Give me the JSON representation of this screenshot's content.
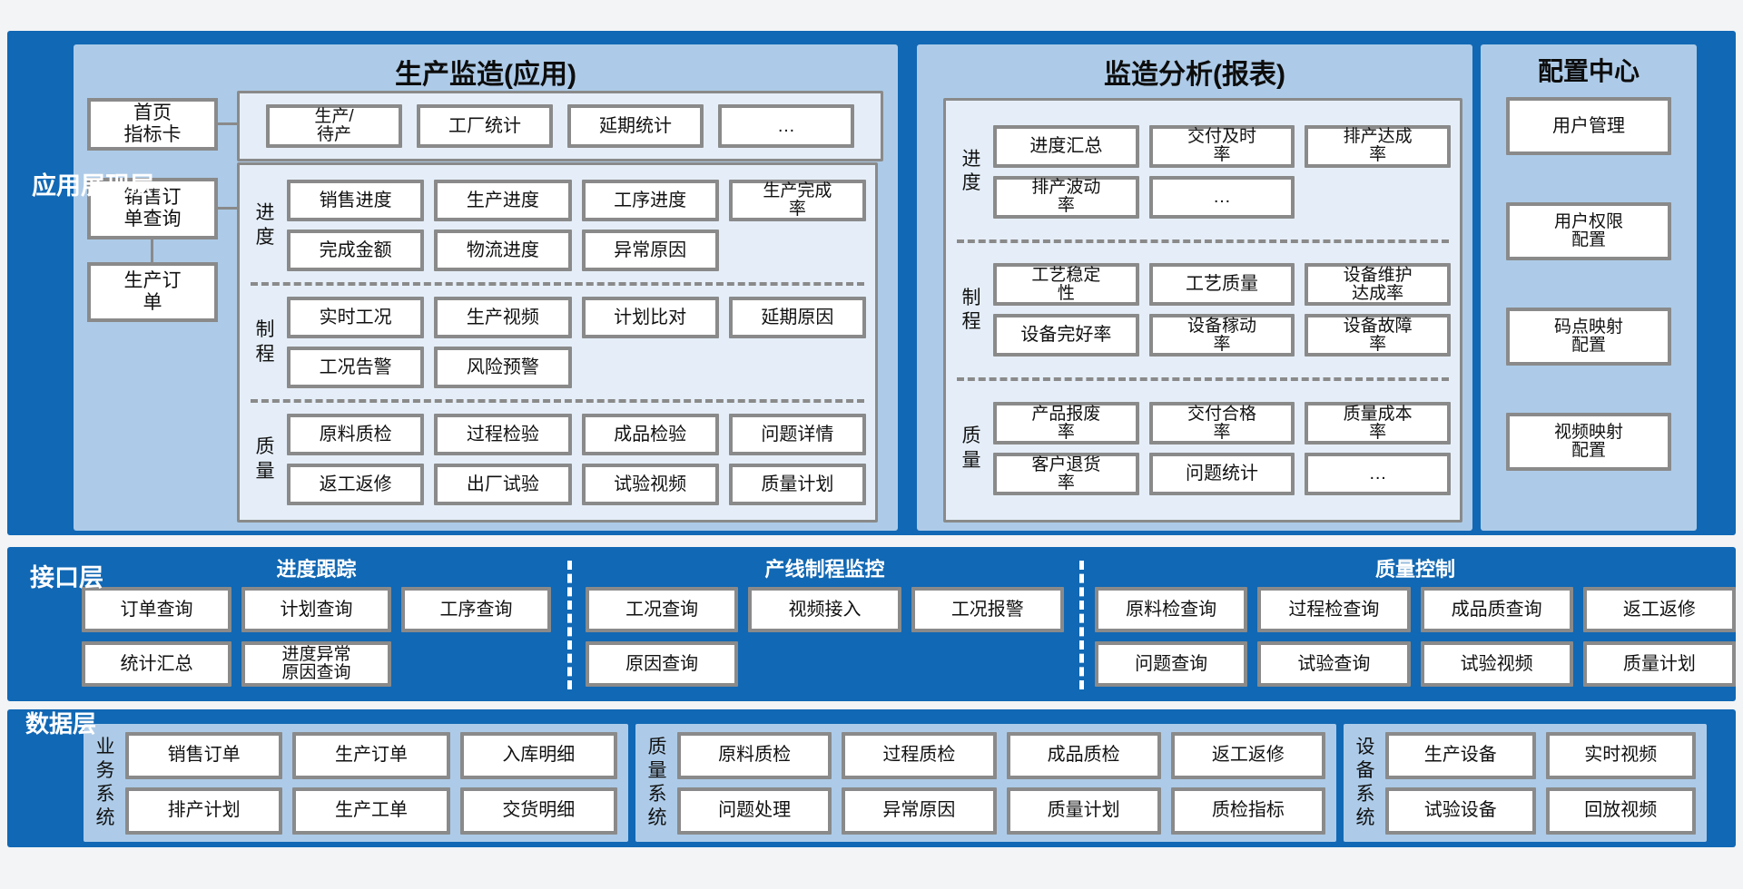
{
  "app_layer": {
    "label": "应用展现层",
    "production_panel": {
      "title": "生产监造(应用)",
      "nav_boxes": [
        "首页\n指标卡",
        "销售订\n单查询",
        "生产订\n单"
      ],
      "tab_rows": [
        [
          "生产/\n待产",
          "工厂统计",
          "延期统计",
          "…"
        ]
      ],
      "sections": [
        {
          "label": "进度",
          "rows": [
            [
              "销售进度",
              "生产进度",
              "工序进度",
              "生产完成\n率"
            ],
            [
              "完成金额",
              "物流进度",
              "异常原因"
            ]
          ]
        },
        {
          "label": "制程",
          "rows": [
            [
              "实时工况",
              "生产视频",
              "计划比对",
              "延期原因"
            ],
            [
              "工况告警",
              "风险预警"
            ]
          ]
        },
        {
          "label": "质量",
          "rows": [
            [
              "原料质检",
              "过程检验",
              "成品检验",
              "问题详情"
            ],
            [
              "返工返修",
              "出厂试验",
              "试验视频",
              "质量计划"
            ]
          ]
        }
      ]
    },
    "analysis_panel": {
      "title": "监造分析(报表)",
      "sections": [
        {
          "label": "进度",
          "rows": [
            [
              "进度汇总",
              "交付及时\n率",
              "排产达成\n率"
            ],
            [
              "排产波动\n率",
              "…"
            ]
          ]
        },
        {
          "label": "制程",
          "rows": [
            [
              "工艺稳定\n性",
              "工艺质量",
              "设备维护\n达成率"
            ],
            [
              "设备完好率",
              "设备稼动\n率",
              "设备故障\n率"
            ]
          ]
        },
        {
          "label": "质量",
          "rows": [
            [
              "产品报废\n率",
              "交付合格\n率",
              "质量成本\n率"
            ],
            [
              "客户退货\n率",
              "问题统计",
              "…"
            ]
          ]
        }
      ]
    },
    "config_panel": {
      "title": "配置中心",
      "item_rows": [
        [
          "用户管理"
        ],
        [
          "用户权限\n配置"
        ],
        [
          "码点映射\n配置"
        ],
        [
          "视频映射\n配置"
        ]
      ]
    }
  },
  "interface_layer": {
    "label": "接口层",
    "groups": [
      {
        "title": "进度跟踪",
        "rows": [
          [
            "订单查询",
            "计划查询",
            "工序查询"
          ],
          [
            "统计汇总",
            "进度异常\n原因查询"
          ]
        ]
      },
      {
        "title": "产线制程监控",
        "rows": [
          [
            "工况查询",
            "视频接入",
            "工况报警"
          ],
          [
            "原因查询"
          ]
        ]
      },
      {
        "title": "质量控制",
        "rows": [
          [
            "原料检查询",
            "过程检查询",
            "成品质查询",
            "返工返修"
          ],
          [
            "问题查询",
            "试验查询",
            "试验视频",
            "质量计划"
          ]
        ]
      }
    ]
  },
  "data_layer": {
    "label": "数据层",
    "systems": [
      {
        "label": "业务系统",
        "rows": [
          [
            "销售订单",
            "生产订单",
            "入库明细"
          ],
          [
            "排产计划",
            "生产工单",
            "交货明细"
          ]
        ]
      },
      {
        "label": "质量系统",
        "rows": [
          [
            "原料质检",
            "过程质检",
            "成品质检",
            "返工返修"
          ],
          [
            "问题处理",
            "异常原因",
            "质量计划",
            "质检指标"
          ]
        ]
      },
      {
        "label": "设备系统",
        "rows": [
          [
            "生产设备",
            "实时视频"
          ],
          [
            "试验设备",
            "回放视频"
          ]
        ]
      }
    ]
  }
}
